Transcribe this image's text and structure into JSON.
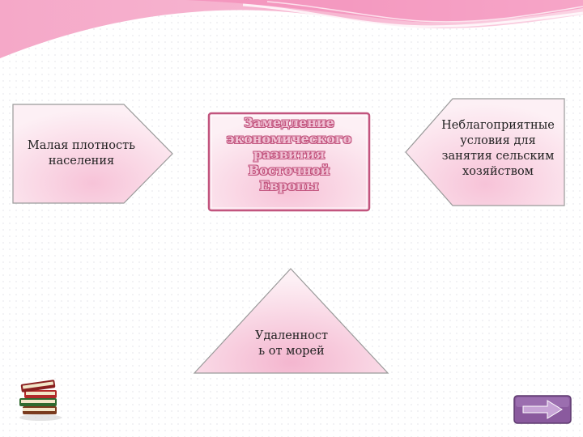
{
  "diagram": {
    "center_text": "Замедление\nэкономического\nразвития\nВосточной\nЕвропы",
    "left_text": "Малая плотность\nнаселения",
    "right_text": "Неблагоприятные\nусловия для\nзанятия сельским\nхозяйством",
    "bottom_text": "Удаленност\nь от морей"
  },
  "icons": {
    "books": "books-icon",
    "next": "right-arrow-icon"
  },
  "colors": {
    "shape_fill": "#fbe3ec",
    "shape_stroke": "#9a9a9a",
    "center_border": "#c2547e",
    "header_pink": "#f19ac0",
    "button_purple": "#8a5a9e"
  }
}
